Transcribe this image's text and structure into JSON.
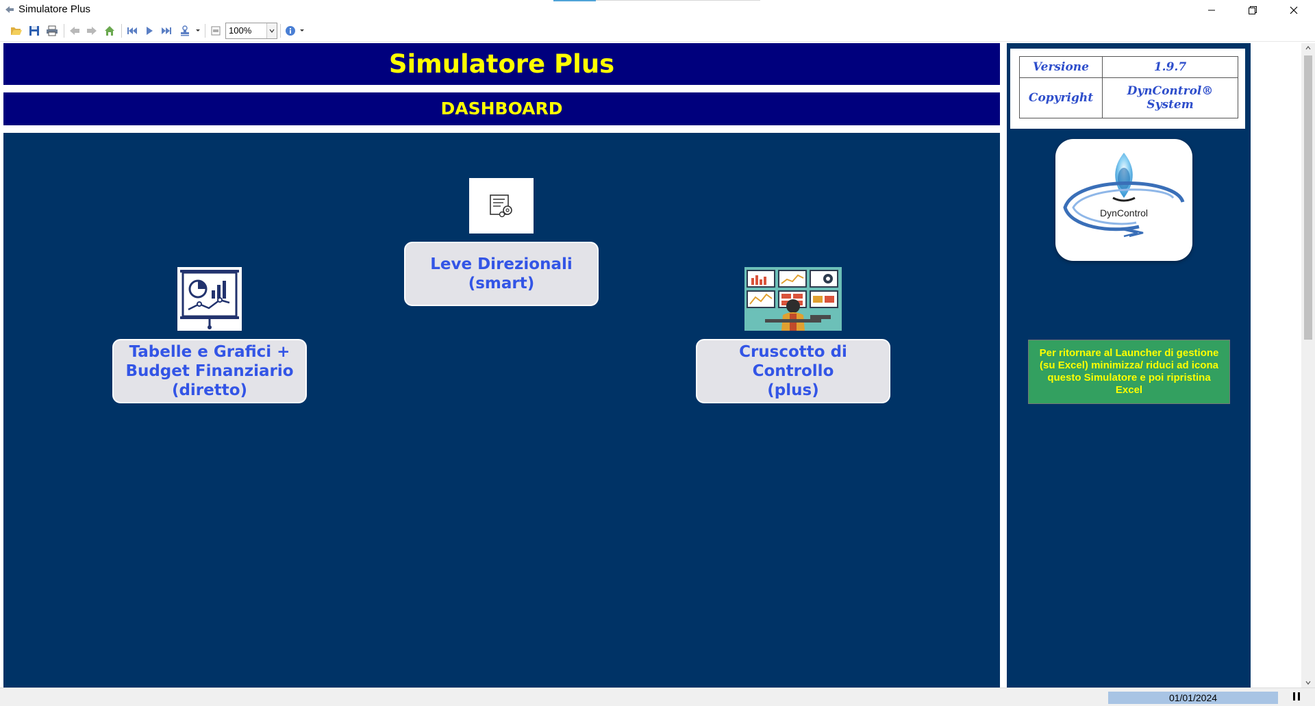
{
  "window": {
    "title": "Simulatore Plus"
  },
  "toolbar": {
    "zoom_value": "100%"
  },
  "header": {
    "title": "Simulatore Plus",
    "subtitle": "DASHBOARD"
  },
  "dashboard": {
    "buttons": [
      {
        "lines": [
          "Leve Direzionali",
          "(smart)"
        ]
      },
      {
        "lines": [
          "Tabelle e Grafici +",
          "Budget Finanziario",
          "(diretto)"
        ]
      },
      {
        "lines": [
          "Cruscotto di",
          "Controllo",
          "(plus)"
        ]
      }
    ]
  },
  "info": {
    "version_label": "Versione",
    "version_value": "1.9.7",
    "copyright_label": "Copyright",
    "copyright_value": "DynControl® System"
  },
  "logo": {
    "text": "DynControl"
  },
  "note": {
    "text": "Per ritornare al Launcher di gestione (su Excel) minimizza/ riduci ad icona questo Simulatore e poi ripristina Excel"
  },
  "status": {
    "date": "01/01/2024"
  },
  "colors": {
    "header_bg": "#00007d",
    "header_text": "#ffff00",
    "canvas_bg": "#003366",
    "button_text": "#3355e6",
    "note_bg": "#33a060"
  }
}
